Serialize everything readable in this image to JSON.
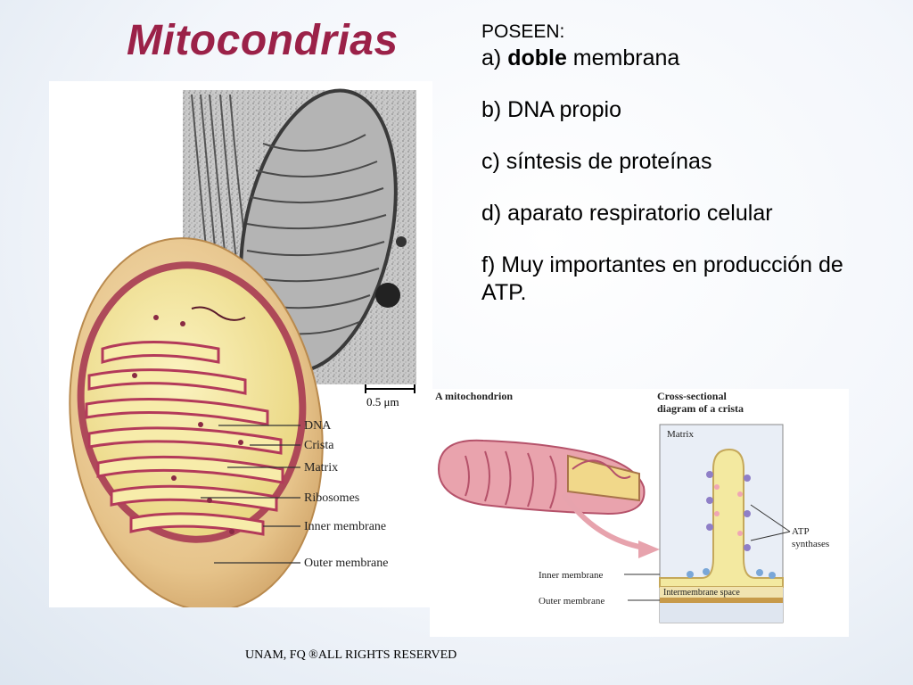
{
  "slide": {
    "title": "Mitocondrias",
    "intro": "POSEEN:",
    "items": [
      {
        "prefix": "a) ",
        "bold": "doble",
        "suffix": " membrana"
      },
      {
        "prefix": "b) DNA propio",
        "bold": "",
        "suffix": ""
      },
      {
        "prefix": "c) síntesis de proteínas",
        "bold": "",
        "suffix": ""
      },
      {
        "prefix": "d) aparato respiratorio celular",
        "bold": "",
        "suffix": ""
      },
      {
        "prefix": "f) Muy importantes en producción de ATP.",
        "bold": "",
        "suffix": ""
      }
    ],
    "footer": "UNAM, FQ ®ALL RIGHTS RESERVED"
  },
  "figure_left": {
    "scale_bar": "0.5 μm",
    "labels": [
      "DNA",
      "Crista",
      "Matrix",
      "Ribosomes",
      "Inner membrane",
      "Outer membrane"
    ]
  },
  "figure_right": {
    "title_left": "A mitochondrion",
    "title_right_1": "Cross-sectional",
    "title_right_2": "diagram of a crista",
    "matrix": "Matrix",
    "atp_1": "ATP",
    "atp_2": "synthases",
    "inner": "Inner membrane",
    "outer": "Outer membrane",
    "intermembrane": "Intermembrane space"
  },
  "colors": {
    "title": "#9b2148",
    "crista": "#c0506a",
    "matrix_fill": "#f4e79a",
    "outer_fill": "#e9c98f"
  }
}
